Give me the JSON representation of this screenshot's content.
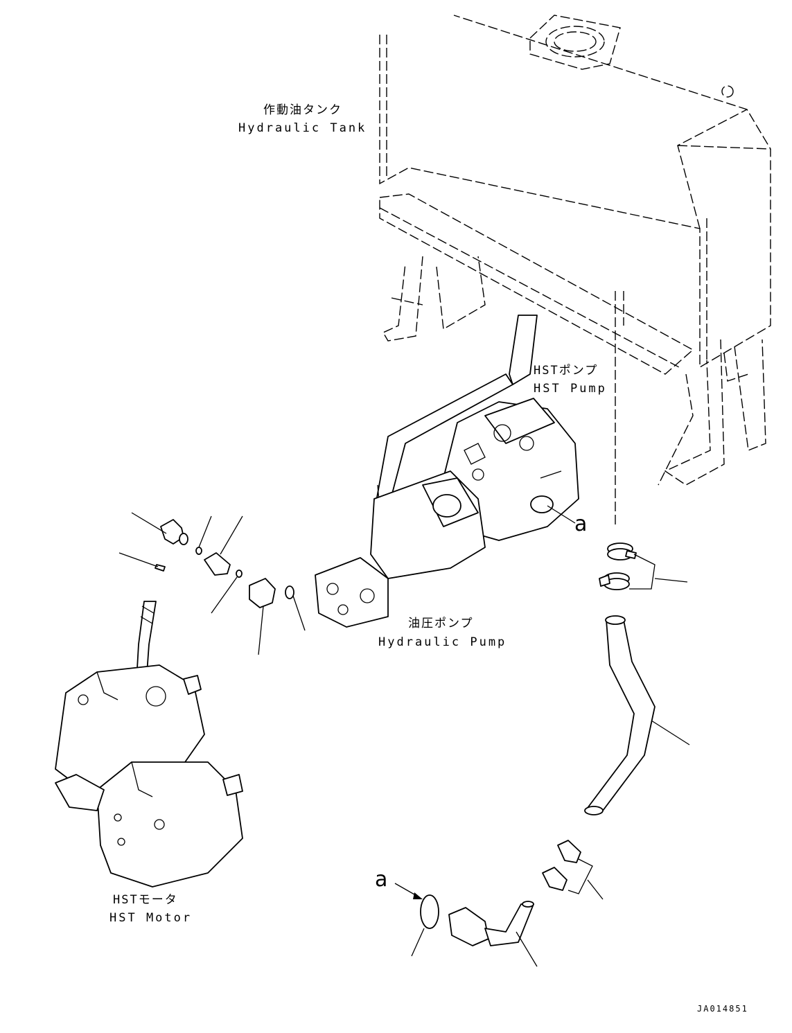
{
  "labels": {
    "hydraulic_tank_jp": "作動油タンク",
    "hydraulic_tank_en": "Hydraulic Tank",
    "hst_pump_jp": "HSTポンプ",
    "hst_pump_en": "HST Pump",
    "hydraulic_pump_jp": "油圧ポンプ",
    "hydraulic_pump_en": "Hydraulic Pump",
    "hst_motor_jp": "HSTモータ",
    "hst_motor_en": "HST Motor",
    "ref_a_upper": "a",
    "ref_a_lower": "a"
  },
  "drawing_code": "JA014851",
  "colors": {
    "line": "#000000",
    "background": "#ffffff"
  }
}
